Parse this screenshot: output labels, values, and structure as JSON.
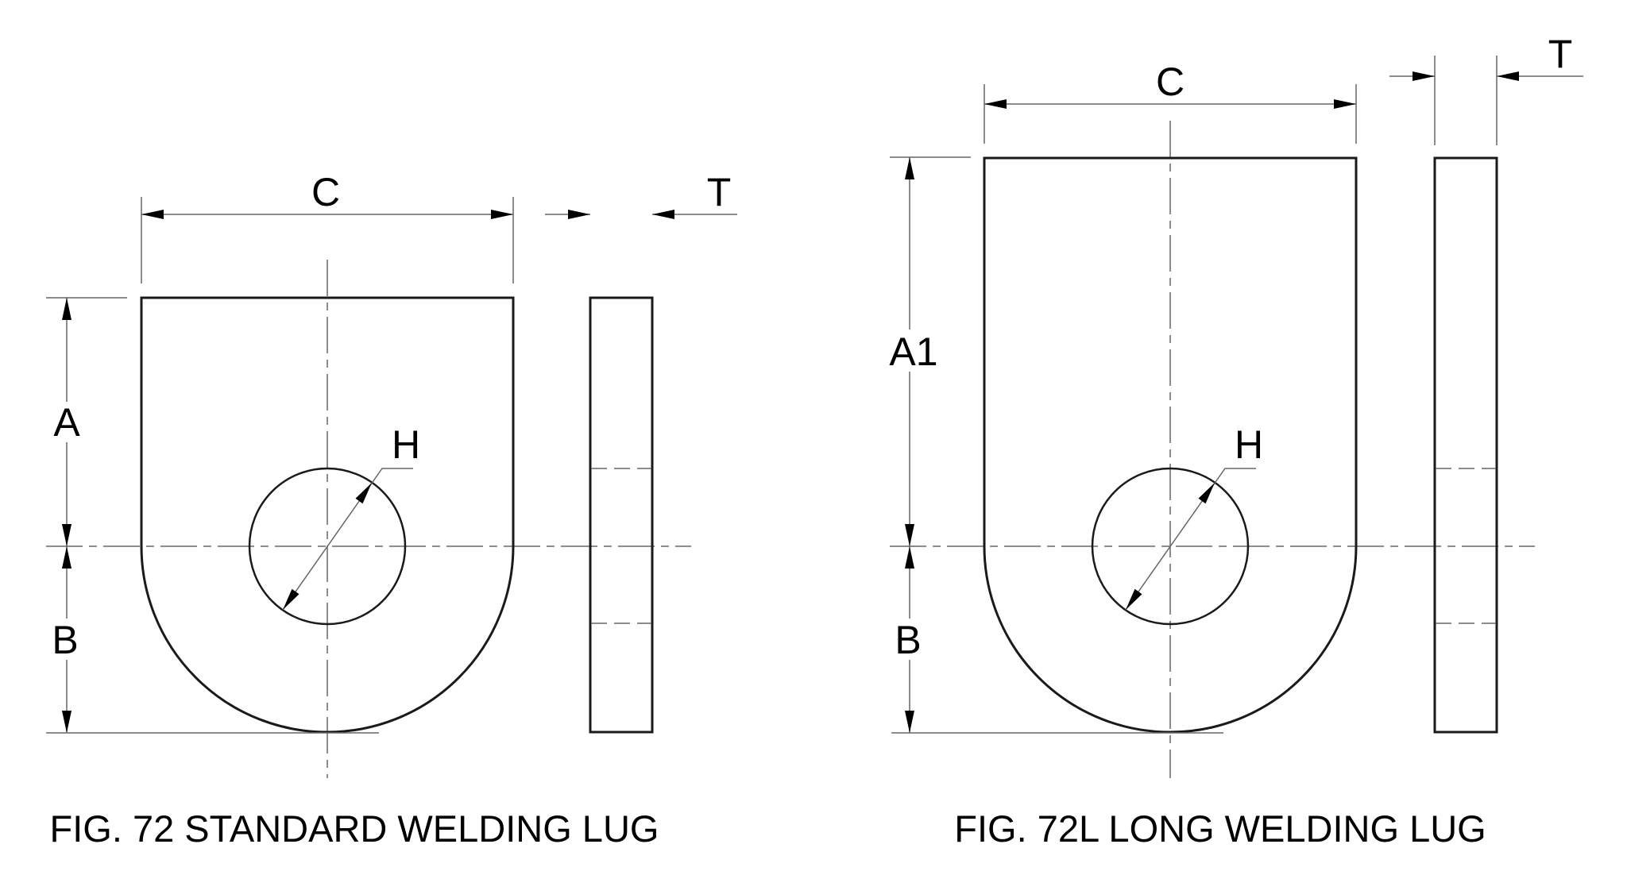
{
  "drawing": {
    "figures": [
      {
        "caption": "FIG. 72 STANDARD WELDING LUG",
        "dimension_labels": {
          "width": "C",
          "thickness": "T",
          "upper_height": "A",
          "lower_height": "B",
          "hole_diameter": "H"
        }
      },
      {
        "caption": "FIG. 72L LONG WELDING LUG",
        "dimension_labels": {
          "width": "C",
          "thickness": "T",
          "upper_height": "A1",
          "lower_height": "B",
          "hole_diameter": "H"
        }
      }
    ]
  },
  "colors": {
    "background": "#ffffff",
    "outline": "#1a1a1a",
    "thin_line": "#666666",
    "text": "#000000"
  }
}
